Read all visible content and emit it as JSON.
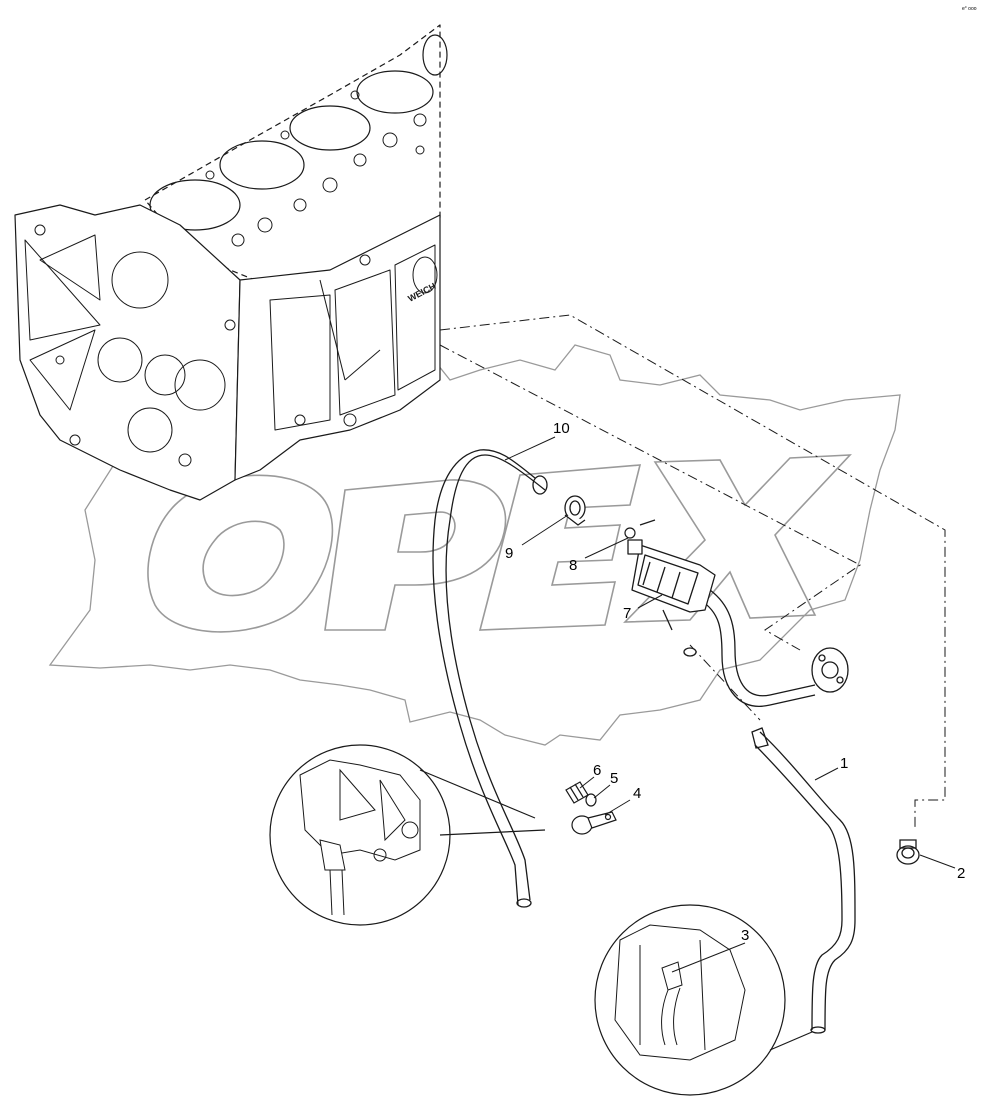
{
  "sheet_tag": "e° ooo",
  "watermark": {
    "brand": "OPEX",
    "color": "#9a9a9a"
  },
  "engine_badge": "WEICH",
  "callouts": [
    {
      "id": "part-10",
      "label": "10"
    },
    {
      "id": "part-9",
      "label": "9"
    },
    {
      "id": "part-8",
      "label": "8"
    },
    {
      "id": "part-7",
      "label": "7"
    },
    {
      "id": "part-6",
      "label": "6"
    },
    {
      "id": "part-5",
      "label": "5"
    },
    {
      "id": "part-4",
      "label": "4"
    },
    {
      "id": "part-1",
      "label": "1"
    },
    {
      "id": "part-2",
      "label": "2"
    },
    {
      "id": "part-3",
      "label": "3"
    }
  ],
  "colors": {
    "line": "#1a1a1a",
    "pipe_fill": "#ffffff",
    "detail_fill": "#f4f4f4"
  }
}
